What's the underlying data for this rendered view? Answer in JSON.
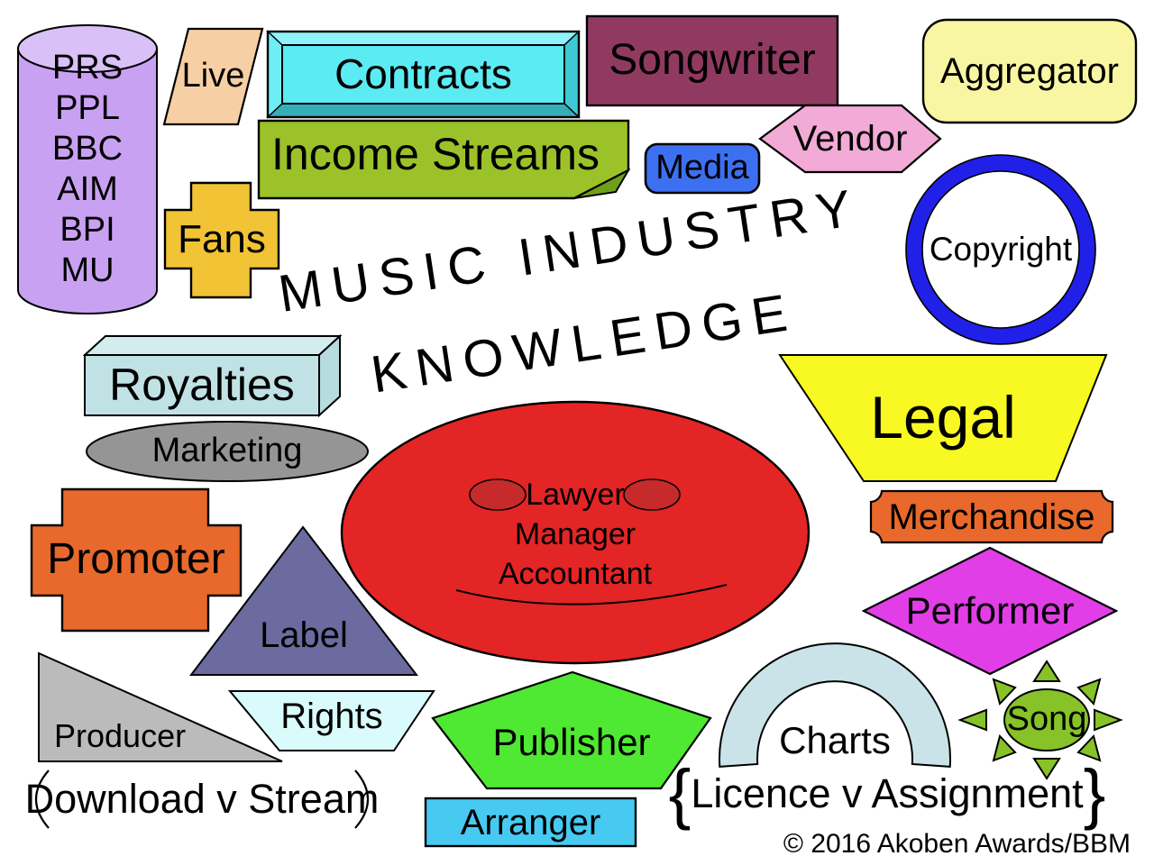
{
  "title": {
    "line1": "MUSIC INDUSTRY",
    "line2": "KNOWLEDGE"
  },
  "societies": {
    "items": [
      "PRS",
      "PPL",
      "BBC",
      "AIM",
      "BPI",
      "MU"
    ]
  },
  "nodes": {
    "live": "Live",
    "contracts": "Contracts",
    "songwriter": "Songwriter",
    "aggregator": "Aggregator",
    "income_streams": "Income Streams",
    "media": "Media",
    "vendor": "Vendor",
    "copyright": "Copyright",
    "fans": "Fans",
    "royalties": "Royalties",
    "legal": "Legal",
    "marketing": "Marketing",
    "merchandise": "Merchandise",
    "promoter": "Promoter",
    "label": "Label",
    "performer": "Performer",
    "producer": "Producer",
    "rights": "Rights",
    "publisher": "Publisher",
    "charts": "Charts",
    "song": "Song",
    "arranger": "Arranger"
  },
  "advisors": {
    "lines": [
      "Lawyer",
      "Manager",
      "Accountant"
    ]
  },
  "comparisons": {
    "download_v_stream": "Download v Stream",
    "licence_v_assignment": "Licence v Assignment",
    "open_brace": "{",
    "close_brace": "}"
  },
  "credit": "© 2016 Akoben Awards/BBM",
  "colors": {
    "background": "#FFFFFF",
    "cylinder_body": "#C9A1F2",
    "cylinder_top": "#D9C0F7",
    "live": "#F6CFA4",
    "contracts_face": "#5BEBF3",
    "contracts_bevel_top": "#8FF2F8",
    "contracts_bevel_left": "#6FEDF4",
    "contracts_bevel_right": "#3ECAD4",
    "contracts_bevel_bottom": "#35AEB8",
    "songwriter": "#903A62",
    "aggregator": "#F8F6A2",
    "income": "#9CC22A",
    "income_fold": "#6FA01C",
    "media": "#3C70F0",
    "vendor": "#F2AAD6",
    "copyright_ring": "#2020E8",
    "copyright_inner": "#FFFFFF",
    "fans": "#F1C335",
    "royalties_front": "#C0E2E5",
    "royalties_top": "#D3EDEF",
    "royalties_side": "#B7DCE0",
    "legal": "#F8F822",
    "marketing": "#959595",
    "advisors_face": "#E32525",
    "advisors_eye": "#C62A2A",
    "merchandise": "#E8692B",
    "promoter": "#E8692B",
    "label": "#6B6BA0",
    "performer": "#E23EE8",
    "producer": "#BBBBBB",
    "rights": "#DAFBFB",
    "publisher": "#4FE832",
    "charts": "#CAE3E8",
    "song": "#86C228",
    "arranger": "#47CAF2"
  }
}
